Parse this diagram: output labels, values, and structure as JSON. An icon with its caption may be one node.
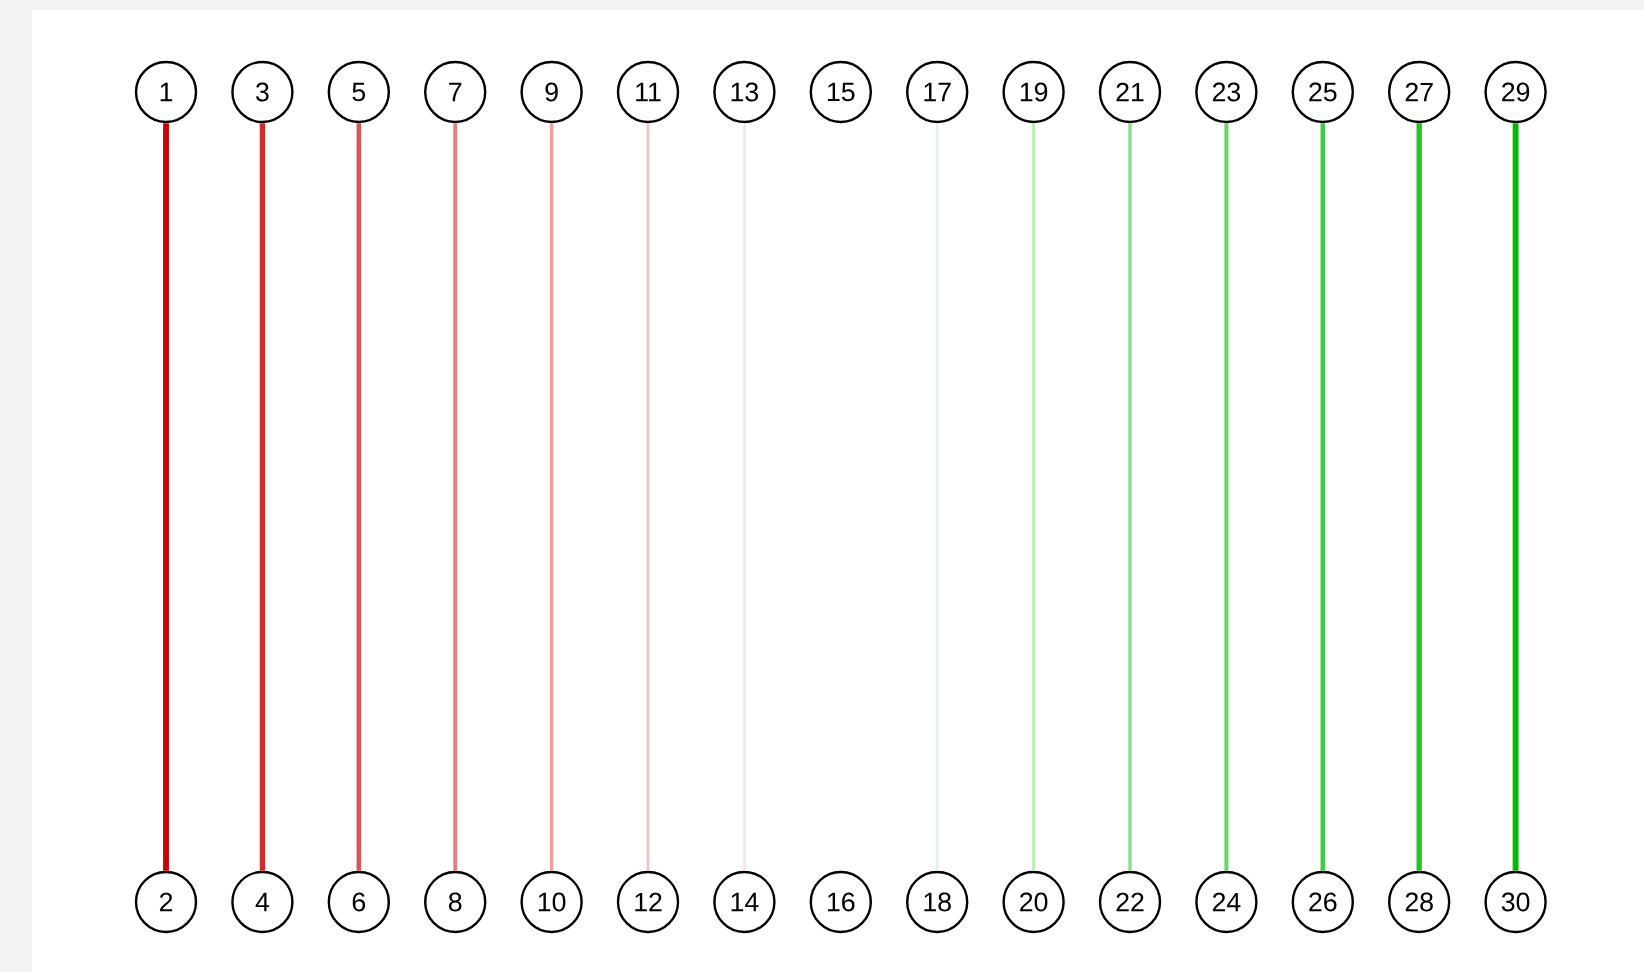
{
  "diagram": {
    "nodes": [
      {
        "text": [
          "1"
        ]
      },
      {
        "text": [
          "3"
        ]
      },
      {
        "text": [
          "5"
        ]
      },
      {
        "text": [
          "7"
        ]
      },
      {
        "text": [
          "9"
        ]
      },
      {
        "text": [
          "11"
        ]
      },
      {
        "text": [
          "13"
        ]
      },
      {
        "text": [
          "15"
        ]
      },
      {
        "text": [
          "17"
        ]
      },
      {
        "text": [
          "19"
        ]
      },
      {
        "text": [
          "21"
        ]
      },
      {
        "text": [
          "23"
        ]
      },
      {
        "text": [
          "25"
        ]
      },
      {
        "text": [
          "27"
        ]
      },
      {
        "text": [
          "29"
        ]
      },
      {
        "text": [
          "2"
        ]
      },
      {
        "text": [
          "4"
        ]
      },
      {
        "text": [
          "6"
        ]
      },
      {
        "text": [
          "8"
        ]
      },
      {
        "text": [
          "10"
        ]
      },
      {
        "text": [
          "12"
        ]
      },
      {
        "text": [
          "14"
        ]
      },
      {
        "text": [
          "16"
        ]
      },
      {
        "text": [
          "18"
        ]
      },
      {
        "text": [
          "20"
        ]
      },
      {
        "text": [
          "22"
        ]
      },
      {
        "text": [
          "24"
        ]
      },
      {
        "text": [
          "26"
        ]
      },
      {
        "text": [
          "28"
        ]
      },
      {
        "text": [
          "30"
        ]
      }
    ],
    "edges": [
      {
        "from": 0,
        "to": 15,
        "arrow": "none",
        "color": "#cc0000"
      },
      {
        "from": 1,
        "to": 16,
        "arrow": "none",
        "color": "#d42a2a"
      },
      {
        "from": 2,
        "to": 17,
        "arrow": "none",
        "color": "#dc5555"
      },
      {
        "from": 3,
        "to": 18,
        "arrow": "none",
        "color": "#e58080"
      },
      {
        "from": 4,
        "to": 19,
        "arrow": "none",
        "color": "#eea0a0"
      },
      {
        "from": 5,
        "to": 20,
        "arrow": "none",
        "color": "#f4bfbf"
      },
      {
        "from": 6,
        "to": 21,
        "arrow": "none",
        "color": "#f9dede"
      },
      {
        "from": 8,
        "to": 23,
        "arrow": "none",
        "color": "#d9f5d9"
      },
      {
        "from": 9,
        "to": 24,
        "arrow": "none",
        "color": "#b3ecb3"
      },
      {
        "from": 10,
        "to": 25,
        "arrow": "none",
        "color": "#8ce08c"
      },
      {
        "from": 11,
        "to": 26,
        "arrow": "none",
        "color": "#66d966"
      },
      {
        "from": 12,
        "to": 27,
        "arrow": "none",
        "color": "#40cc40"
      },
      {
        "from": 13,
        "to": 28,
        "arrow": "none",
        "color": "#22c422"
      },
      {
        "from": 14,
        "to": 29,
        "arrow": "none",
        "color": "#00bb00"
      }
    ]
  }
}
